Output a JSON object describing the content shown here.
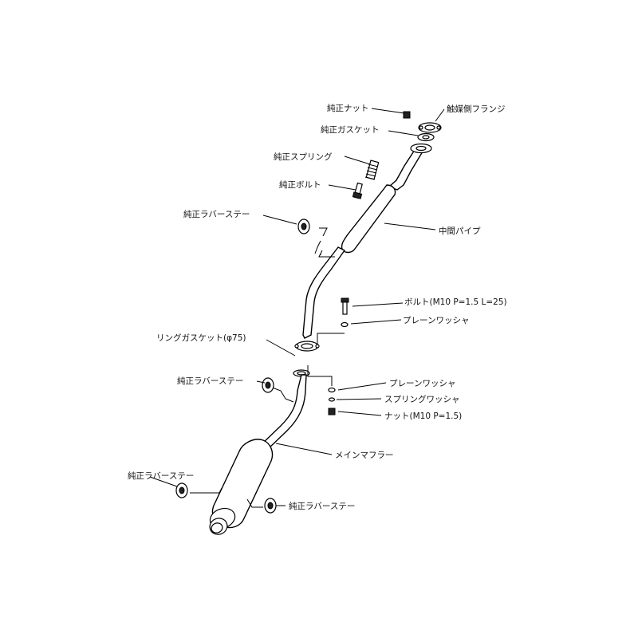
{
  "labels": {
    "oem_nut": "純正ナット",
    "catalyst_flange": "触媒側フランジ",
    "oem_gasket": "純正ガスケット",
    "oem_spring": "純正スプリング",
    "oem_bolt": "純正ボルト",
    "oem_rubber_stay_1": "純正ラバーステー",
    "center_pipe": "中間パイプ",
    "bolt_m10": "ボルト(M10 P=1.5 L=25)",
    "plain_washer_1": "プレーンワッシャ",
    "ring_gasket": "リングガスケット(φ75)",
    "oem_rubber_stay_2": "純正ラバーステー",
    "plain_washer_2": "プレーンワッシャ",
    "spring_washer": "スプリングワッシャ",
    "nut_m10": "ナット(M10 P=1.5)",
    "main_muffler": "メインマフラー",
    "oem_rubber_stay_3": "純正ラバーステー",
    "oem_rubber_stay_4": "純正ラバーステー"
  }
}
